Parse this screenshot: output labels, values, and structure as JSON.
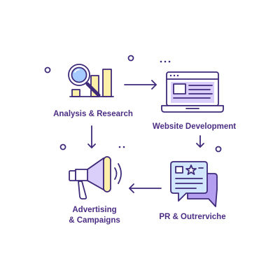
{
  "steps": [
    {
      "id": "analysis",
      "label": "Analysis & Research",
      "icon": "magnifier-bar-chart-icon"
    },
    {
      "id": "website",
      "label": "Website Development",
      "icon": "laptop-icon"
    },
    {
      "id": "pr",
      "label": "PR & Outrerviche",
      "icon": "speech-bubbles-icon"
    },
    {
      "id": "advertising",
      "label_lines": [
        "Advertising",
        "& Campaigns"
      ],
      "icon": "megaphone-icon"
    }
  ],
  "flow": [
    {
      "from": "analysis",
      "to": "website",
      "direction": "right"
    },
    {
      "from": "website",
      "to": "pr",
      "direction": "down"
    },
    {
      "from": "pr",
      "to": "advertising",
      "direction": "left"
    },
    {
      "from": "analysis",
      "to": "advertising",
      "direction": "down"
    }
  ],
  "colors": {
    "outline": "#3f2a7a",
    "purple": "#b49ef0",
    "purple_light": "#d9cffa",
    "blue": "#a6ccff",
    "blue_light": "#d3e6ff",
    "yellow": "#fcf0a8",
    "text": "#4b2d83"
  }
}
